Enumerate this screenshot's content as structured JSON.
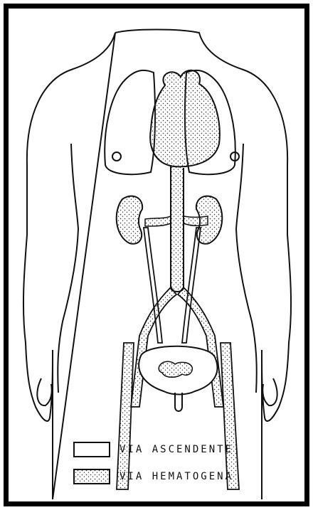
{
  "legend": {
    "items": [
      {
        "label": "VIA ASCENDENTE",
        "swatch": "blank"
      },
      {
        "label": "VIA HEMATOGENA",
        "swatch": "stippled"
      }
    ]
  },
  "colors": {
    "ink": "#111111",
    "frame": "#000000",
    "paper": "#ffffff",
    "stipple": "#333333"
  }
}
